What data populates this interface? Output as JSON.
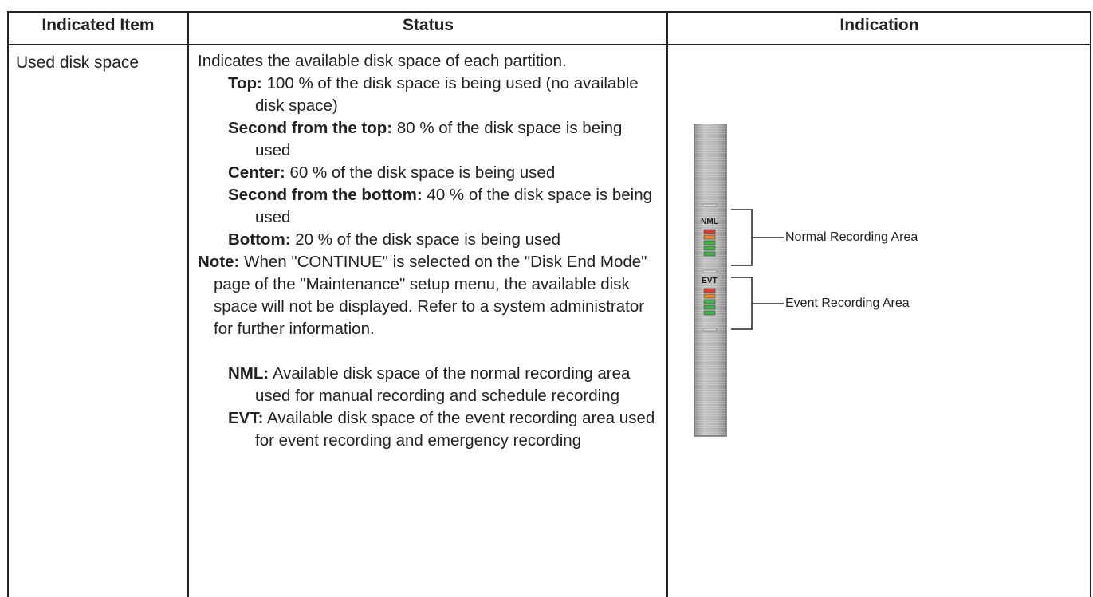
{
  "headers": {
    "indicated_item": "Indicated Item",
    "status": "Status",
    "indication": "Indication"
  },
  "row": {
    "item": "Used disk space",
    "status": {
      "intro": "Indicates the available disk space of each partition.",
      "levels": [
        {
          "label": "Top:",
          "text": "100 % of the disk space is being used (no available disk space)"
        },
        {
          "label": "Second from the top:",
          "text": "80 % of the disk space is being used"
        },
        {
          "label": "Center:",
          "text": "60 % of the disk space is being used"
        },
        {
          "label": "Second from the bottom:",
          "text": "40 % of the disk space is being used"
        },
        {
          "label": "Bottom:",
          "text": "20 % of the disk space is being used"
        }
      ],
      "note_label": "Note:",
      "note_text": "When \"CONTINUE\" is selected on the \"Disk End Mode\" page of the \"Maintenance\" setup menu, the available disk space will not be displayed. Refer to a system administrator for further information.",
      "areas": [
        {
          "label": "NML:",
          "text": "Available disk space of the normal recording area used for manual recording and schedule recording"
        },
        {
          "label": "EVT:",
          "text": "Available disk space of the event recording area used for event recording and emergency recording"
        }
      ]
    },
    "indication": {
      "meter_labels": {
        "nml": "NML",
        "evt": "EVT"
      },
      "callouts": {
        "normal": "Normal Recording Area",
        "event": "Event Recording Area"
      },
      "led_colors": [
        "#e23b2e",
        "#e8892a",
        "#3fb548",
        "#3fb548",
        "#3fb548"
      ],
      "meter_color": "#a9aaa9"
    }
  }
}
